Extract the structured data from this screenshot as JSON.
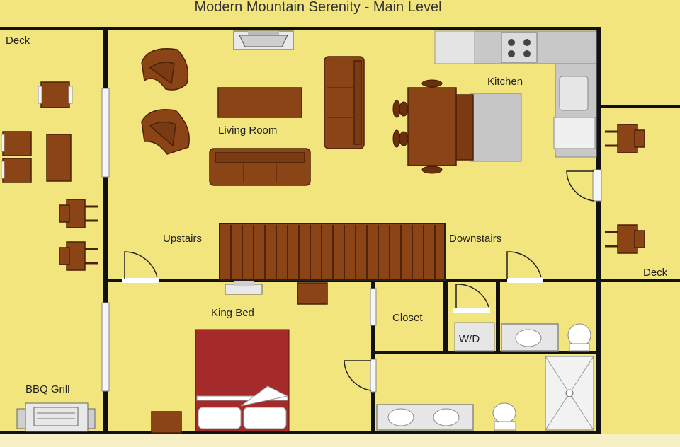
{
  "title": "Modern Mountain Serenity - Main Level",
  "labels": {
    "deck_left": "Deck",
    "living_room": "Living Room",
    "kitchen": "Kitchen",
    "deck_right": "Deck",
    "upstairs": "Upstairs",
    "downstairs": "Downstairs",
    "king_bed": "King Bed",
    "closet": "Closet",
    "washer_dryer": "W/D",
    "bbq_grill": "BBQ Grill"
  },
  "colors": {
    "floor": "#f3e57e",
    "wall": "#111111",
    "wood": "#8a4416",
    "bed": "#a52a2a",
    "fixture": "#e6e6e6"
  }
}
